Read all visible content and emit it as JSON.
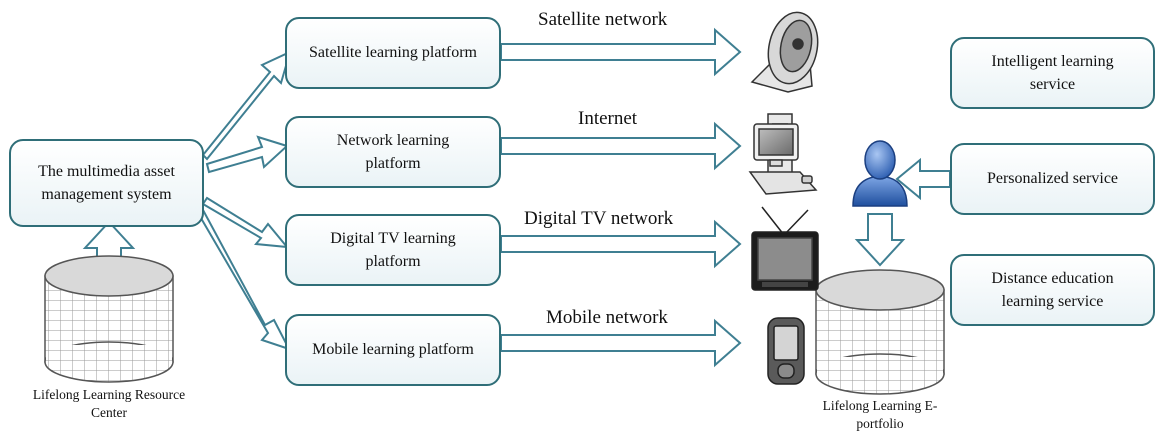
{
  "center_box": {
    "line1": "The multimedia asset",
    "line2": "management system"
  },
  "resource_center": {
    "line1": "Lifelong Learning",
    "line2": "Resource Center"
  },
  "platforms": [
    {
      "line1": "Satellite learning platform",
      "line2": ""
    },
    {
      "line1": "Network learning",
      "line2": "platform"
    },
    {
      "line1": "Digital TV learning",
      "line2": "platform"
    },
    {
      "line1": "Mobile learning platform",
      "line2": ""
    }
  ],
  "networks": [
    "Satellite network",
    "Internet",
    "Digital TV network",
    "Mobile network"
  ],
  "devices": [
    "satellite-dish",
    "desktop-computer",
    "television",
    "mobile-phone"
  ],
  "services": [
    {
      "line1": "Intelligent learning",
      "line2": "service"
    },
    {
      "line1": "Personalized service",
      "line2": ""
    },
    {
      "line1": "Distance education",
      "line2": "learning service"
    }
  ],
  "eportfolio": {
    "line1": "Lifelong Learning",
    "line2": "E-portfolio"
  },
  "colors": {
    "box_border": "#2f6e78",
    "arrow_border": "#3f7f92",
    "cylinder_top": "#d9d9d9",
    "user_blue": "#3a6fc0"
  }
}
